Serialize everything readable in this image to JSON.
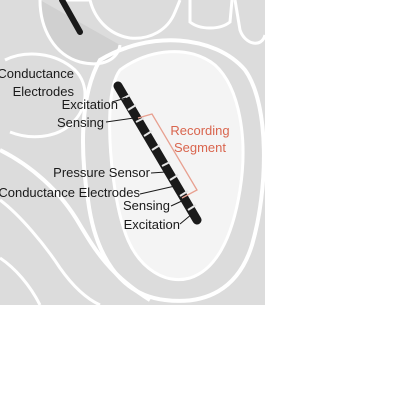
{
  "labels": {
    "conductance_electrodes_top_line1": "Conductance",
    "conductance_electrodes_top_line2": "Electrodes",
    "excitation_top": "Excitation",
    "sensing_top": "Sensing",
    "recording_segment_line1": "Recording",
    "recording_segment_line2": "Segment",
    "pressure_sensor": "Pressure Sensor",
    "conductance_electrodes_bottom": "Conductance Electrodes",
    "sensing_bottom": "Sensing",
    "excitation_bottom": "Excitation"
  },
  "colors": {
    "heart_fill": "#dcdcdc",
    "heart_outline": "#ffffff",
    "catheter": "#1a1a1a",
    "electrode_band": "#e6e6e6",
    "recording_bracket": "#e8a090",
    "recording_text": "#d9654e",
    "text": "#1a1a1a"
  }
}
